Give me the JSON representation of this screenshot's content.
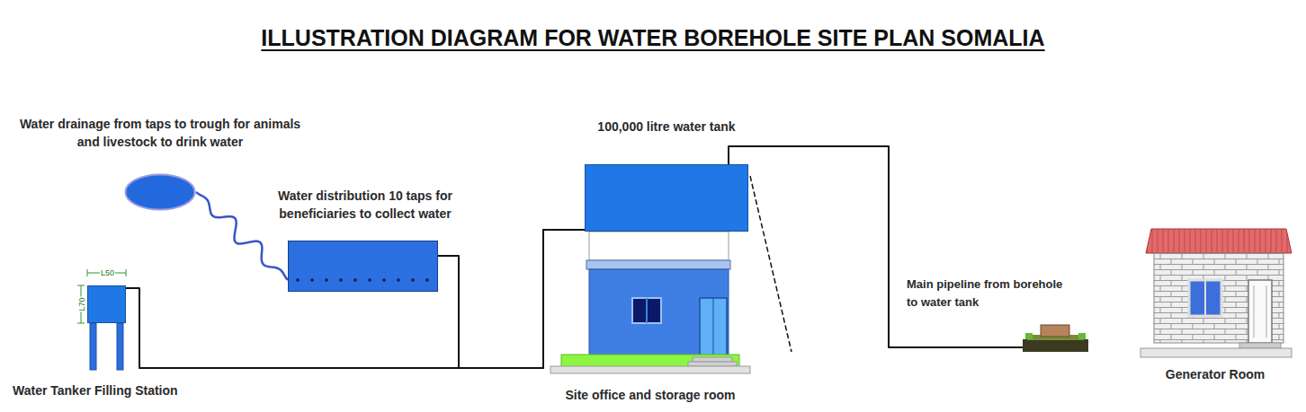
{
  "diagram": {
    "title": "ILLUSTRATION DIAGRAM FOR WATER BOREHOLE SITE PLAN SOMALIA",
    "nodes": [
      {
        "text": [
          "Water drainage from taps to trough for animals and livestock to drink water"
        ]
      },
      {
        "text": [
          "Water distribution 10 taps for beneficiaries to collect water"
        ]
      },
      {
        "text": [
          "Water Tanker Filling Station"
        ]
      },
      {
        "text": [
          "Site office and storage room"
        ]
      },
      {
        "text": [
          "100,000 litre water tank"
        ],
        "in": 3
      },
      {
        "text": [
          "Main pipeline from borehole to water tank"
        ]
      },
      {
        "text": [
          "Generator Room"
        ]
      }
    ],
    "edges": [
      {
        "from": 5,
        "to": 4,
        "arrow": "none"
      },
      {
        "from": 4,
        "to": 2,
        "arrow": "none"
      },
      {
        "from": 4,
        "to": 1,
        "arrow": "none"
      },
      {
        "from": 1,
        "to": 0,
        "arrow": "none"
      }
    ],
    "labels": [
      "L50",
      "L70"
    ]
  }
}
